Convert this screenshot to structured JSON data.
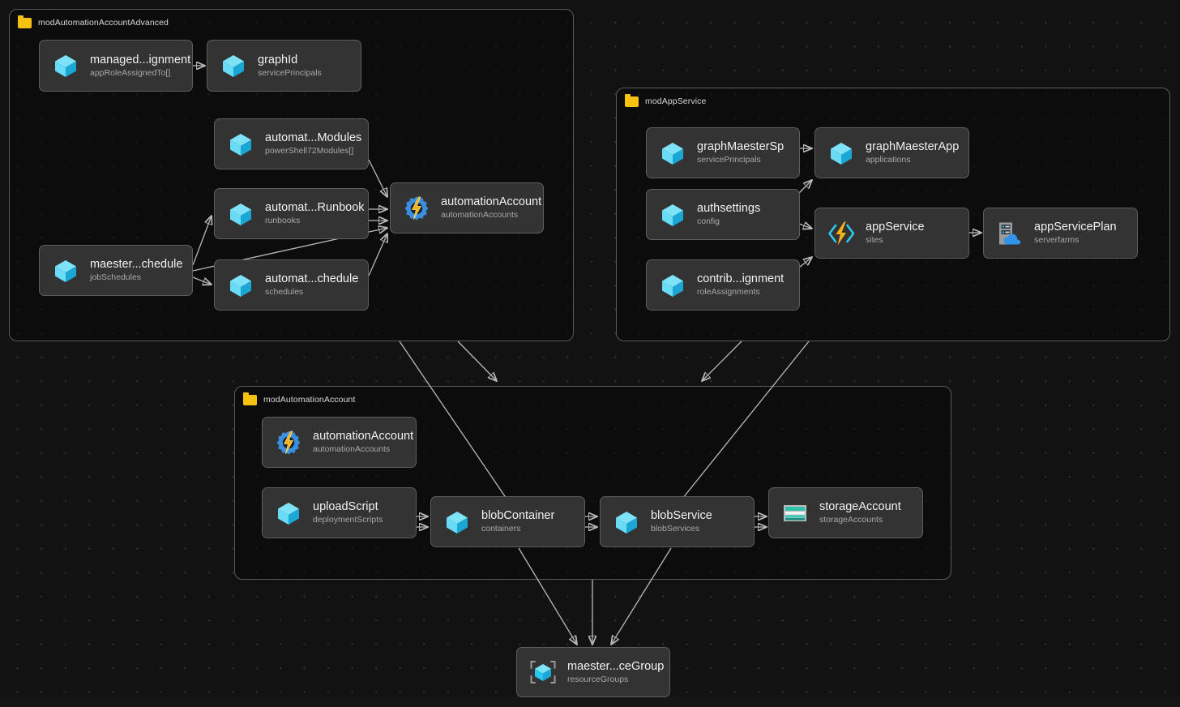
{
  "canvas": {
    "background": "#121212",
    "grid_dot_color": "#2e2e2e",
    "node_fill": "#333333",
    "node_border": "#5e5e5e",
    "group_border": "#5a5a5a",
    "edge_color": "#b9b9b9",
    "folder_color": "#f5c211"
  },
  "groups": [
    {
      "id": "modAutomationAccountAdvanced",
      "label": "modAutomationAccountAdvanced",
      "icon": "folder-icon"
    },
    {
      "id": "modAppService",
      "label": "modAppService",
      "icon": "folder-icon"
    },
    {
      "id": "modAutomationAccount",
      "label": "modAutomationAccount",
      "icon": "folder-icon"
    }
  ],
  "nodes": [
    {
      "id": "managedIdentityAssignment",
      "title": "managed...ignment",
      "subtitle": "appRoleAssignedTo[]",
      "icon": "azure-cube-icon",
      "group": "modAutomationAccountAdvanced"
    },
    {
      "id": "graphId",
      "title": "graphId",
      "subtitle": "servicePrincipals",
      "icon": "azure-cube-icon",
      "group": "modAutomationAccountAdvanced"
    },
    {
      "id": "automationModules",
      "title": "automat...Modules",
      "subtitle": "powerShell72Modules[]",
      "icon": "azure-cube-icon",
      "group": "modAutomationAccountAdvanced"
    },
    {
      "id": "automationRunbook",
      "title": "automat...Runbook",
      "subtitle": "runbooks",
      "icon": "azure-cube-icon",
      "group": "modAutomationAccountAdvanced"
    },
    {
      "id": "maesterSchedule",
      "title": "maester...chedule",
      "subtitle": "jobSchedules",
      "icon": "azure-cube-icon",
      "group": "modAutomationAccountAdvanced"
    },
    {
      "id": "automationSchedule",
      "title": "automat...chedule",
      "subtitle": "schedules",
      "icon": "azure-cube-icon",
      "group": "modAutomationAccountAdvanced"
    },
    {
      "id": "automationAccountAdv",
      "title": "automationAccount",
      "subtitle": "automationAccounts",
      "icon": "automation-account-icon",
      "group": "modAutomationAccountAdvanced"
    },
    {
      "id": "graphMaesterSp",
      "title": "graphMaesterSp",
      "subtitle": "servicePrincipals",
      "icon": "azure-cube-icon",
      "group": "modAppService"
    },
    {
      "id": "graphMaesterApp",
      "title": "graphMaesterApp",
      "subtitle": "applications",
      "icon": "azure-cube-icon",
      "group": "modAppService"
    },
    {
      "id": "authsettings",
      "title": "authsettings",
      "subtitle": "config",
      "icon": "azure-cube-icon",
      "group": "modAppService"
    },
    {
      "id": "appService",
      "title": "appService",
      "subtitle": "sites",
      "icon": "app-service-icon",
      "group": "modAppService"
    },
    {
      "id": "appServicePlan",
      "title": "appServicePlan",
      "subtitle": "serverfarms",
      "icon": "app-service-plan-icon",
      "group": "modAppService"
    },
    {
      "id": "contributorAssignment",
      "title": "contrib...ignment",
      "subtitle": "roleAssignments",
      "icon": "azure-cube-icon",
      "group": "modAppService"
    },
    {
      "id": "automationAccount",
      "title": "automationAccount",
      "subtitle": "automationAccounts",
      "icon": "automation-account-icon",
      "group": "modAutomationAccount"
    },
    {
      "id": "uploadScript",
      "title": "uploadScript",
      "subtitle": "deploymentScripts",
      "icon": "azure-cube-icon",
      "group": "modAutomationAccount"
    },
    {
      "id": "blobContainer",
      "title": "blobContainer",
      "subtitle": "containers",
      "icon": "azure-cube-icon",
      "group": "modAutomationAccount"
    },
    {
      "id": "blobService",
      "title": "blobService",
      "subtitle": "blobServices",
      "icon": "azure-cube-icon",
      "group": "modAutomationAccount"
    },
    {
      "id": "storageAccount",
      "title": "storageAccount",
      "subtitle": "storageAccounts",
      "icon": "storage-account-icon",
      "group": "modAutomationAccount"
    },
    {
      "id": "maesterResourceGroup",
      "title": "maester...ceGroup",
      "subtitle": "resourceGroups",
      "icon": "resource-group-icon",
      "group": null
    }
  ]
}
